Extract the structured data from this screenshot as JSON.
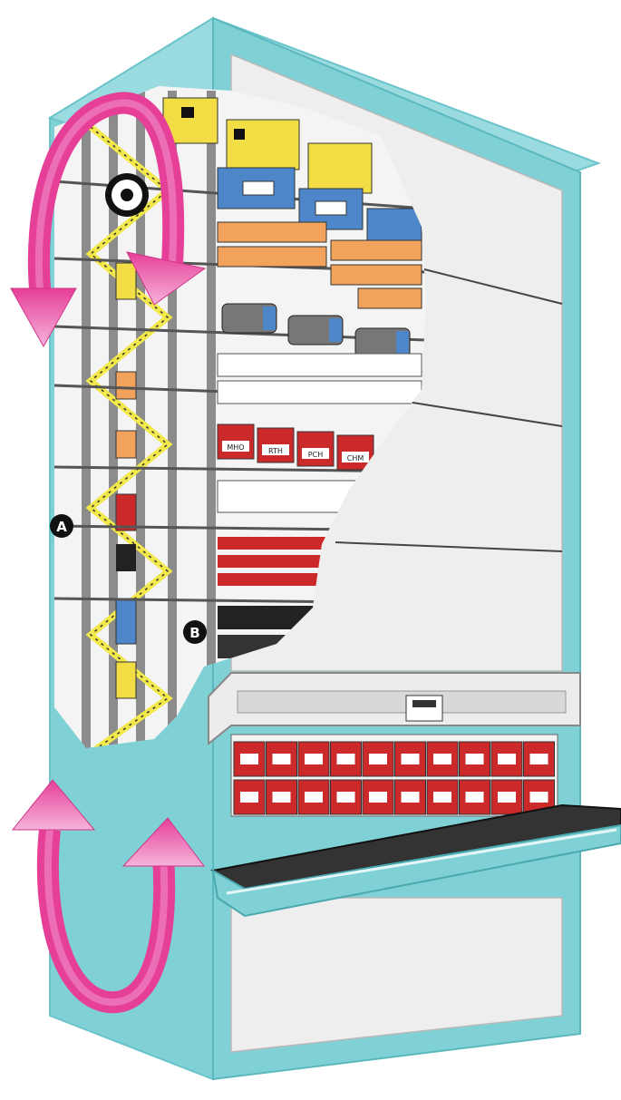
{
  "colors": {
    "cabinet": "#7fd1d6",
    "cabinet_dark": "#5bbfc6",
    "cabinet_edge": "#9adbe0",
    "panel": "#eeeeee",
    "arrow": "#e83e96",
    "arrow_light": "#f09ad0",
    "tray_red": "#cc2a2a",
    "bin_yellow": "#f2dd45",
    "bin_blue": "#4d86c9",
    "bin_orange": "#f1a35c",
    "chain": "#f3e84a",
    "frame": "#8c8c8c"
  },
  "icons": [
    "rotation-arrow-top-icon",
    "rotation-arrow-bottom-icon",
    "drive-sprocket-icon"
  ],
  "labels": {
    "point_a": "A",
    "point_b": "B"
  },
  "red_tray_labels": [
    "MHO",
    "RTH",
    "PCH",
    "CHM"
  ]
}
